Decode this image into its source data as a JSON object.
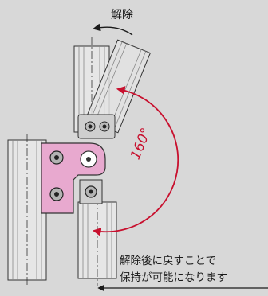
{
  "labels": {
    "release": "解除",
    "note_line1": "解除後に戻すことで",
    "note_line2": "保持が可能になります",
    "angle": "160°"
  },
  "colors": {
    "background": "#d8d8d8",
    "bracket": "#e8a9cf",
    "arc": "#c8102e",
    "profile": "#e3e3e3",
    "line": "#1a1a1a"
  }
}
